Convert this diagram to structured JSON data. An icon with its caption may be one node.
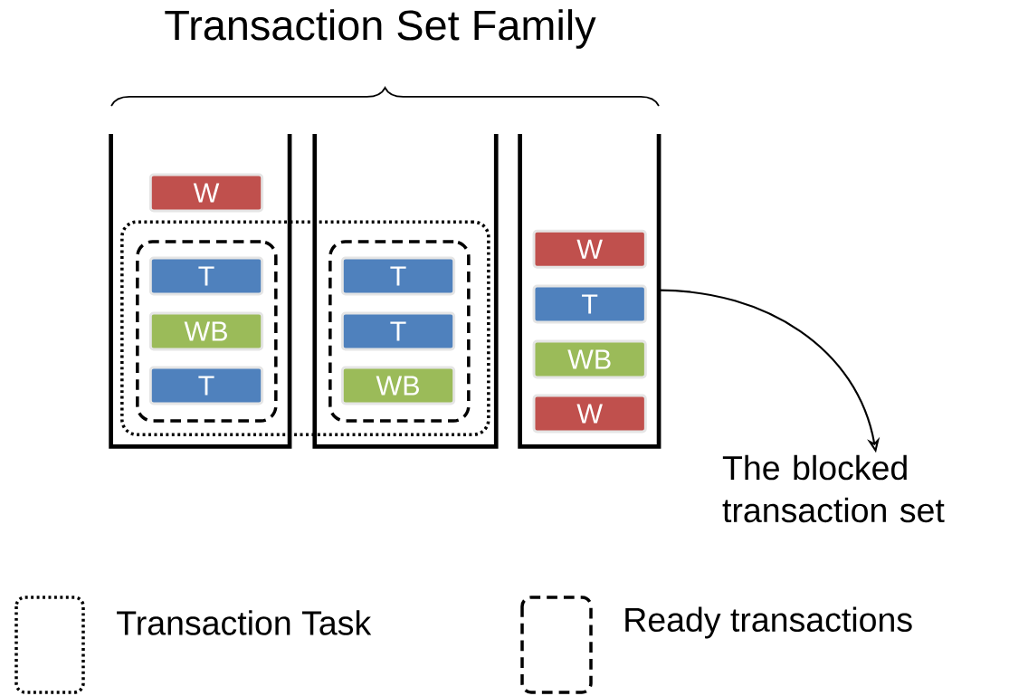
{
  "diagram": {
    "title": "Transaction Set Family",
    "nodes": [
      {
        "text": [],
        "shape": "container"
      },
      {
        "text": [],
        "shape": "container"
      },
      {
        "text": [],
        "shape": "container"
      },
      {
        "text": [],
        "shape": "box"
      },
      {
        "text": [],
        "shape": "box"
      },
      {
        "text": [],
        "shape": "box"
      },
      {
        "text": [
          "W"
        ],
        "in": 0
      },
      {
        "text": [
          "T"
        ],
        "in": 4
      },
      {
        "text": [
          "WB"
        ],
        "in": 4
      },
      {
        "text": [
          "T"
        ],
        "in": 4
      },
      {
        "text": [
          "T"
        ],
        "in": 5
      },
      {
        "text": [
          "T"
        ],
        "in": 5
      },
      {
        "text": [
          "WB"
        ],
        "in": 5
      },
      {
        "text": [
          "W"
        ],
        "in": 2
      },
      {
        "text": [
          "T"
        ],
        "in": 2
      },
      {
        "text": [
          "WB"
        ],
        "in": 2
      },
      {
        "text": [
          "W"
        ],
        "in": 2
      },
      {
        "text": [
          "The blocked transaction set"
        ]
      }
    ],
    "edges": [
      {
        "from": 2,
        "to": 17,
        "arrow": "to"
      }
    ],
    "legend": [
      {
        "text": "Transaction Task"
      },
      {
        "text": "Ready transactions"
      }
    ]
  }
}
